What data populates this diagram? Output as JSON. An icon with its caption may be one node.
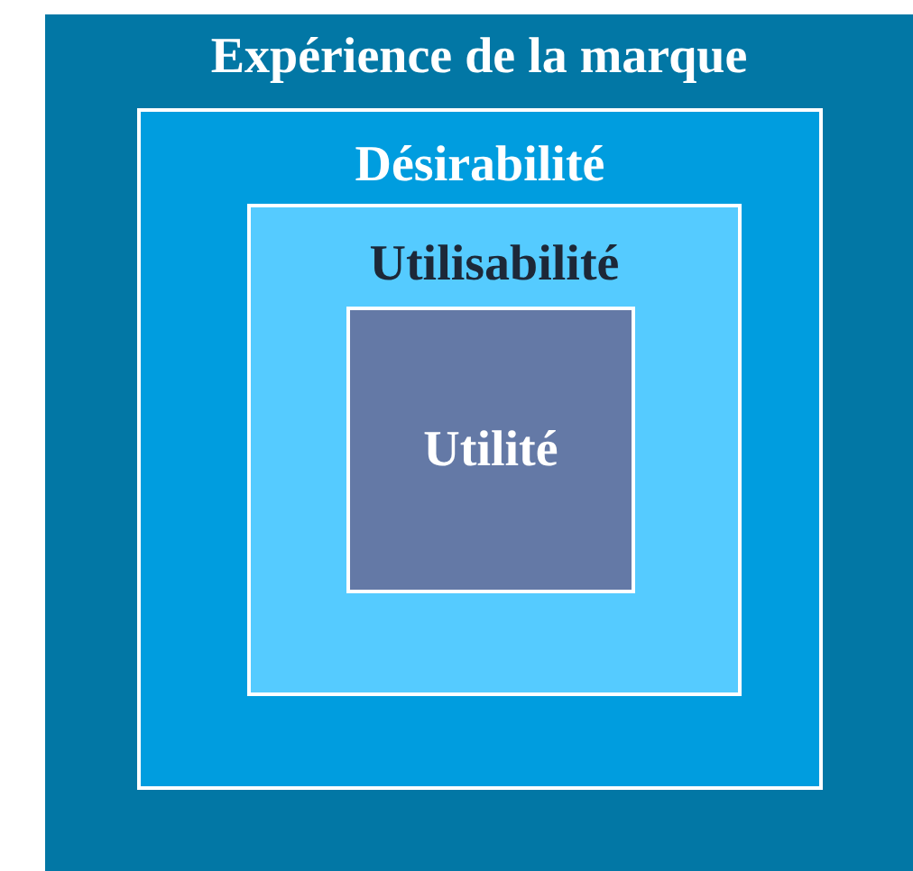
{
  "diagram": {
    "nodes": [
      {
        "text": [
          "Expérience de la marque"
        ]
      },
      {
        "text": [
          "Désirabilité"
        ],
        "in": 0
      },
      {
        "text": [
          "Utilisabilité"
        ],
        "in": 1
      },
      {
        "text": [
          "Utilité"
        ],
        "in": 2
      }
    ]
  }
}
